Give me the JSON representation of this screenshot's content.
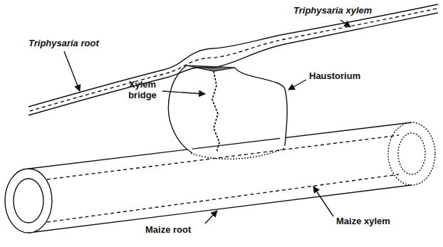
{
  "diagram": {
    "labels": [
      "Triphysaria xylem",
      "Triphysaria root",
      "Xylem bridge",
      "Haustorium",
      "Maize root",
      "Maize xylem"
    ]
  }
}
